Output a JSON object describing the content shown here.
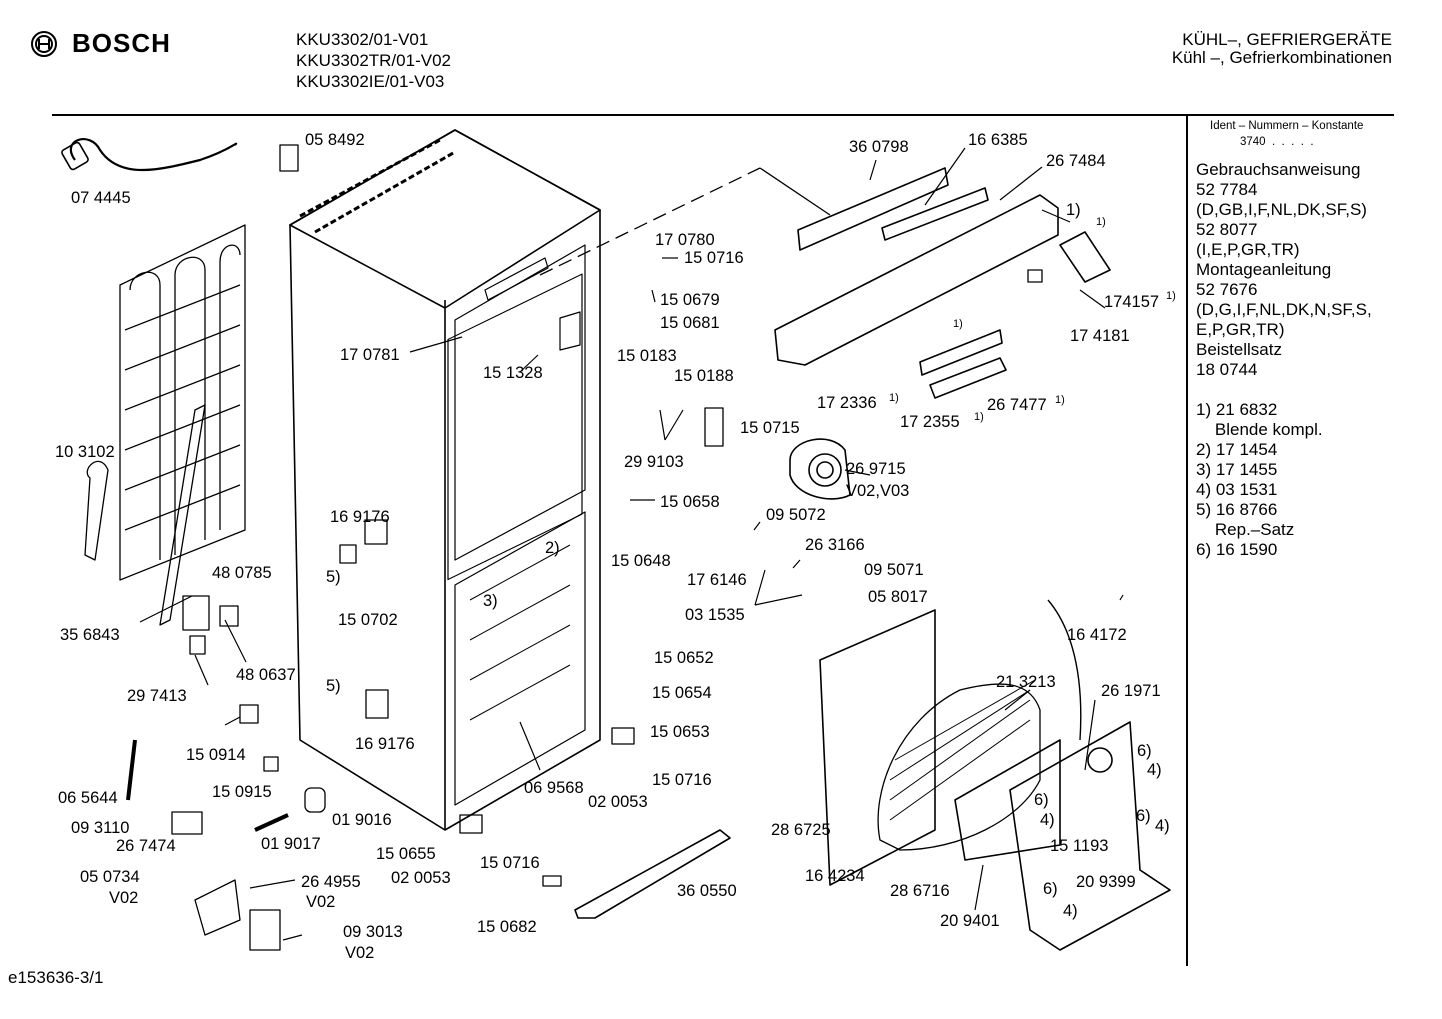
{
  "header": {
    "brand": "BOSCH",
    "models": [
      "KKU3302/01-V01",
      "KKU3302TR/01-V02",
      "KKU3302IE/01-V03"
    ],
    "category": [
      "KÜHL–, GEFRIERGERÄTE",
      "Kühl –, Gefrierkombinationen"
    ]
  },
  "side_panel": {
    "ident_title": "Ident – Nummern – Konstante",
    "ident_value": "3740  .  .  .  .  .",
    "lines": [
      "Gebrauchsanweisung",
      "52 7784",
      "(D,GB,I,F,NL,DK,SF,S)",
      "52 8077",
      "(I,E,P,GR,TR)",
      "Montageanleitung",
      "52 7676",
      "(D,G,I,F,NL,DK,N,SF,S,",
      "E,P,GR,TR)",
      "Beistellsatz",
      "18 0744"
    ],
    "footnotes": [
      "1) 21 6832",
      "    Blende kompl.",
      "2) 17 1454",
      "3) 17 1455",
      "4) 03 1531",
      "5) 16 8766",
      "    Rep.–Satz",
      "6) 16 1590"
    ]
  },
  "footer": {
    "code": "e153636-3/1"
  },
  "part_labels": [
    {
      "id": "l1",
      "text": "05 8492"
    },
    {
      "id": "l2",
      "text": "07 4445"
    },
    {
      "id": "l3",
      "text": "36 0798"
    },
    {
      "id": "l4",
      "text": "16 6385"
    },
    {
      "id": "l5",
      "text": "26 7484"
    },
    {
      "id": "l6",
      "text": "1)"
    },
    {
      "id": "l7",
      "text": "1)"
    },
    {
      "id": "l8",
      "text": "17 0780"
    },
    {
      "id": "l9",
      "text": "15 0716"
    },
    {
      "id": "l10",
      "text": "15 0679"
    },
    {
      "id": "l11",
      "text": "15 0681"
    },
    {
      "id": "l12",
      "text": "174157"
    },
    {
      "id": "l13",
      "text": "1)"
    },
    {
      "id": "l14",
      "text": "17 4181"
    },
    {
      "id": "l15",
      "text": "17 0781"
    },
    {
      "id": "l16",
      "text": "15 1328"
    },
    {
      "id": "l17",
      "text": "15 0183"
    },
    {
      "id": "l18",
      "text": "15 0188"
    },
    {
      "id": "l19",
      "text": "1)"
    },
    {
      "id": "l20",
      "text": "17 2336"
    },
    {
      "id": "l21",
      "text": "1)"
    },
    {
      "id": "l22",
      "text": "17 2355"
    },
    {
      "id": "l23",
      "text": "1)"
    },
    {
      "id": "l24",
      "text": "26 7477"
    },
    {
      "id": "l25",
      "text": "1)"
    },
    {
      "id": "l26",
      "text": "15 0715"
    },
    {
      "id": "l27",
      "text": "29 9103"
    },
    {
      "id": "l28",
      "text": "10 3102"
    },
    {
      "id": "l29",
      "text": "26 9715"
    },
    {
      "id": "l30",
      "text": "V02,V03"
    },
    {
      "id": "l31",
      "text": "16 9176"
    },
    {
      "id": "l32",
      "text": "15 0658"
    },
    {
      "id": "l33",
      "text": "09 5072"
    },
    {
      "id": "l34",
      "text": "2)"
    },
    {
      "id": "l35",
      "text": "15 0648"
    },
    {
      "id": "l36",
      "text": "17 6146"
    },
    {
      "id": "l37",
      "text": "26 3166"
    },
    {
      "id": "l38",
      "text": "5)"
    },
    {
      "id": "l39",
      "text": "48 0785"
    },
    {
      "id": "l40",
      "text": "09 5071"
    },
    {
      "id": "l41",
      "text": "05 8017"
    },
    {
      "id": "l42",
      "text": "03 1535"
    },
    {
      "id": "l43",
      "text": "3)"
    },
    {
      "id": "l44",
      "text": "15 0702"
    },
    {
      "id": "l45",
      "text": "35 6843"
    },
    {
      "id": "l46",
      "text": "16 4172"
    },
    {
      "id": "l47",
      "text": "15 0652"
    },
    {
      "id": "l48",
      "text": "48 0637"
    },
    {
      "id": "l49",
      "text": "29 7413"
    },
    {
      "id": "l50",
      "text": "5)"
    },
    {
      "id": "l51",
      "text": "15 0654"
    },
    {
      "id": "l52",
      "text": "21 3213"
    },
    {
      "id": "l53",
      "text": "26 1971"
    },
    {
      "id": "l54",
      "text": "15 0914"
    },
    {
      "id": "l55",
      "text": "16 9176"
    },
    {
      "id": "l56",
      "text": "15 0653"
    },
    {
      "id": "l57",
      "text": "6)"
    },
    {
      "id": "l58",
      "text": "4)"
    },
    {
      "id": "l59",
      "text": "06 5644"
    },
    {
      "id": "l60",
      "text": "15 0915"
    },
    {
      "id": "l61",
      "text": "15 0716"
    },
    {
      "id": "l62",
      "text": "09 3110"
    },
    {
      "id": "l63",
      "text": "06 9568"
    },
    {
      "id": "l64",
      "text": "02 0053"
    },
    {
      "id": "l65",
      "text": "6)"
    },
    {
      "id": "l66",
      "text": "4)"
    },
    {
      "id": "l67",
      "text": "01 9016"
    },
    {
      "id": "l68",
      "text": "28 6725"
    },
    {
      "id": "l69",
      "text": "6)"
    },
    {
      "id": "l70",
      "text": "4)"
    },
    {
      "id": "l71",
      "text": "01 9017"
    },
    {
      "id": "l72",
      "text": "26 7474"
    },
    {
      "id": "l73",
      "text": "15 1193"
    },
    {
      "id": "l74",
      "text": "15 0655"
    },
    {
      "id": "l75",
      "text": "15 0716"
    },
    {
      "id": "l76",
      "text": "05 0734"
    },
    {
      "id": "l77",
      "text": "02 0053"
    },
    {
      "id": "l78",
      "text": "16 4234"
    },
    {
      "id": "l79",
      "text": "20 9399"
    },
    {
      "id": "l80",
      "text": "V02"
    },
    {
      "id": "l81",
      "text": "26 4955"
    },
    {
      "id": "l82",
      "text": "V02"
    },
    {
      "id": "l83",
      "text": "28 6716"
    },
    {
      "id": "l84",
      "text": "36 0550"
    },
    {
      "id": "l85",
      "text": "6)"
    },
    {
      "id": "l86",
      "text": "4)"
    },
    {
      "id": "l87",
      "text": "09 3013"
    },
    {
      "id": "l88",
      "text": "15 0682"
    },
    {
      "id": "l89",
      "text": "20 9401"
    },
    {
      "id": "l90",
      "text": "V02"
    }
  ]
}
